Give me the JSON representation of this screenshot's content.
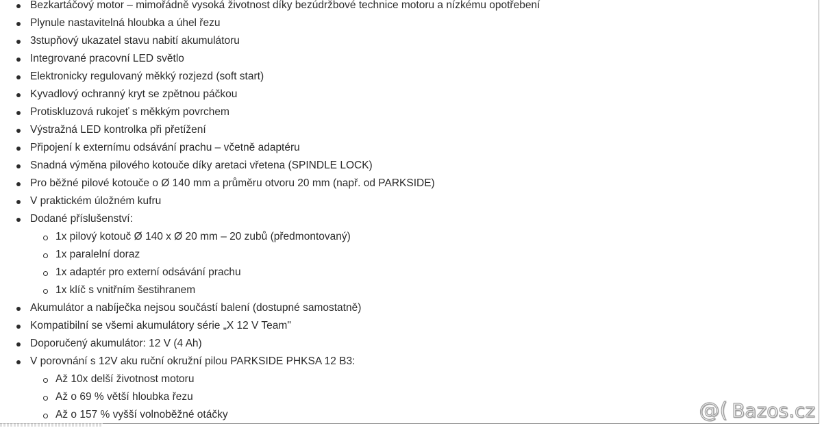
{
  "features": [
    {
      "level": 1,
      "text": "Bezkartáčový motor – mimořádně vysoká životnost díky bezúdržbové technice motoru a nízkému opotřebení"
    },
    {
      "level": 1,
      "text": "Plynule nastavitelná hloubka a úhel řezu"
    },
    {
      "level": 1,
      "text": "3stupňový ukazatel stavu nabití akumulátoru"
    },
    {
      "level": 1,
      "text": "Integrované pracovní LED světlo"
    },
    {
      "level": 1,
      "text": "Elektronicky regulovaný měkký rozjezd (soft start)"
    },
    {
      "level": 1,
      "text": "Kyvadlový ochranný kryt se zpětnou páčkou"
    },
    {
      "level": 1,
      "text": "Protiskluzová rukojeť s měkkým povrchem"
    },
    {
      "level": 1,
      "text": "Výstražná LED kontrolka při přetížení"
    },
    {
      "level": 1,
      "text": "Připojení k externímu odsávání prachu – včetně adaptéru"
    },
    {
      "level": 1,
      "text": "Snadná výměna pilového kotouče díky aretaci vřetena (SPINDLE LOCK)"
    },
    {
      "level": 1,
      "text": "Pro běžné pilové kotouče o Ø 140 mm a průměru otvoru 20 mm (např. od PARKSIDE)"
    },
    {
      "level": 1,
      "text": "V praktickém úložném kufru"
    },
    {
      "level": 1,
      "text": "Dodané příslušenství:"
    },
    {
      "level": 2,
      "text": "1x pilový kotouč Ø 140 x Ø 20 mm – 20 zubů (předmontovaný)"
    },
    {
      "level": 2,
      "text": "1x paralelní doraz"
    },
    {
      "level": 2,
      "text": "1x adaptér pro externí odsávání prachu"
    },
    {
      "level": 2,
      "text": "1x klíč s vnitřním šestihranem"
    },
    {
      "level": 1,
      "text": "Akumulátor a nabíječka nejsou součástí balení (dostupné samostatně)"
    },
    {
      "level": 1,
      "text": "Kompatibilní se všemi akumulátory série „X 12 V Team\""
    },
    {
      "level": 1,
      "text": "Doporučený akumulátor: 12 V (4 Ah)"
    },
    {
      "level": 1,
      "text": "V porovnání s 12V aku ruční okružní pilou PARKSIDE PHKSA 12 B3:"
    },
    {
      "level": 2,
      "text": "Až 10x delší životnost motoru"
    },
    {
      "level": 2,
      "text": "Až o 69 % větší hloubka řezu"
    },
    {
      "level": 2,
      "text": "Až o 157 % vyšší volnoběžné otáčky"
    }
  ],
  "watermark": {
    "symbol": "@(",
    "text": "Bazos.cz"
  }
}
